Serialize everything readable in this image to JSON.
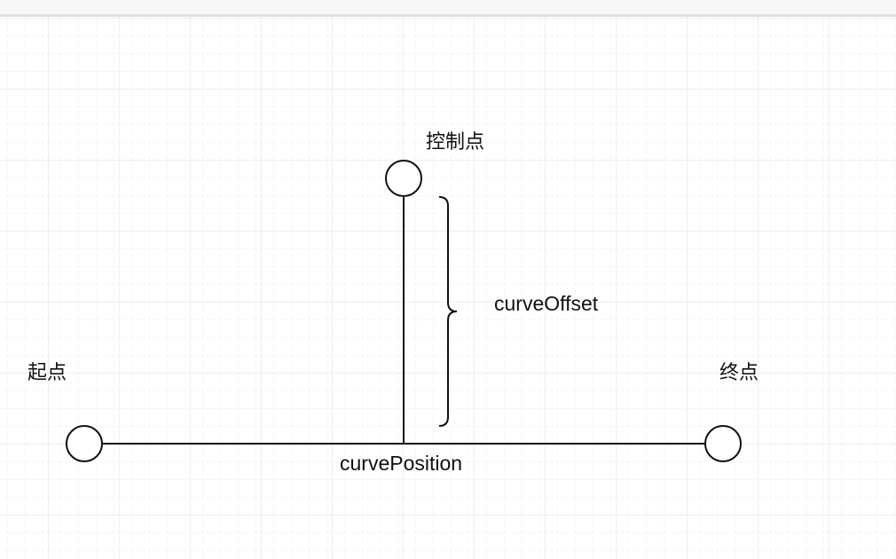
{
  "labels": {
    "control_point": "控制点",
    "start_point": "起点",
    "end_point": "终点",
    "curve_offset": "curveOffset",
    "curve_position": "curvePosition"
  },
  "colors": {
    "stroke": "#111111",
    "grid_minor": "#f0f0f0",
    "grid_major": "#dcdcdc",
    "top_bar": "#f7f7f7"
  }
}
